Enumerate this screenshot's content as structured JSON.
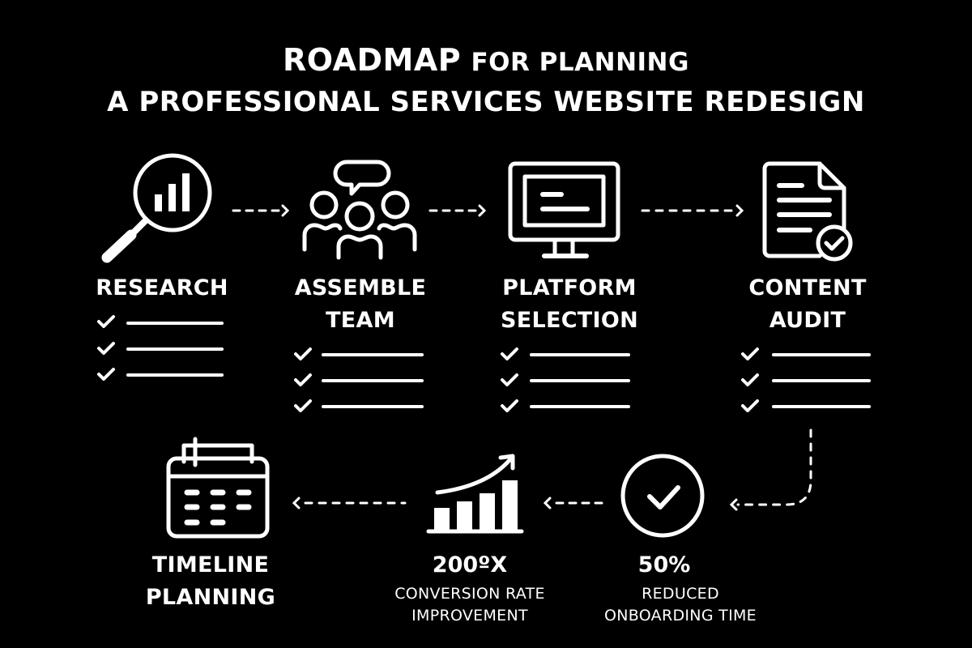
{
  "title": {
    "line1_emphasis": "ROADMAP",
    "line1_rest": "FOR PLANNING",
    "line2": "A PROFESSIONAL SERVICES WEBSITE REDESIGN"
  },
  "colors": {
    "background": "#000000",
    "foreground": "#ffffff"
  },
  "steps": [
    {
      "label": "RESEARCH",
      "icon": "magnifier-bar-chart-icon",
      "checklist_items": 3
    },
    {
      "label_line1": "ASSEMBLE",
      "label_line2": "TEAM",
      "icon": "team-chat-icon",
      "checklist_items": 3
    },
    {
      "label_line1": "PLATFORM",
      "label_line2": "SELECTION",
      "icon": "monitor-icon",
      "checklist_items": 3
    },
    {
      "label_line1": "CONTENT",
      "label_line2": "AUDIT",
      "icon": "document-check-icon",
      "checklist_items": 3
    },
    {
      "label_line1": "TIMELINE",
      "label_line2": "PLANNING",
      "icon": "calendar-icon"
    }
  ],
  "metrics": [
    {
      "value": "200ºX",
      "label_line1": "CONVERSION RATE",
      "label_line2": "IMPROVEMENT",
      "icon": "growth-chart-icon"
    },
    {
      "value": "50%",
      "label_line1": "REDUCED",
      "label_line2": "ONBOARDING TIME",
      "icon": "check-circle-icon"
    }
  ],
  "flow": [
    "Research",
    "Assemble Team",
    "Platform Selection",
    "Content Audit",
    "Reduced Onboarding Time",
    "Conversion Rate Improvement",
    "Timeline Planning"
  ]
}
